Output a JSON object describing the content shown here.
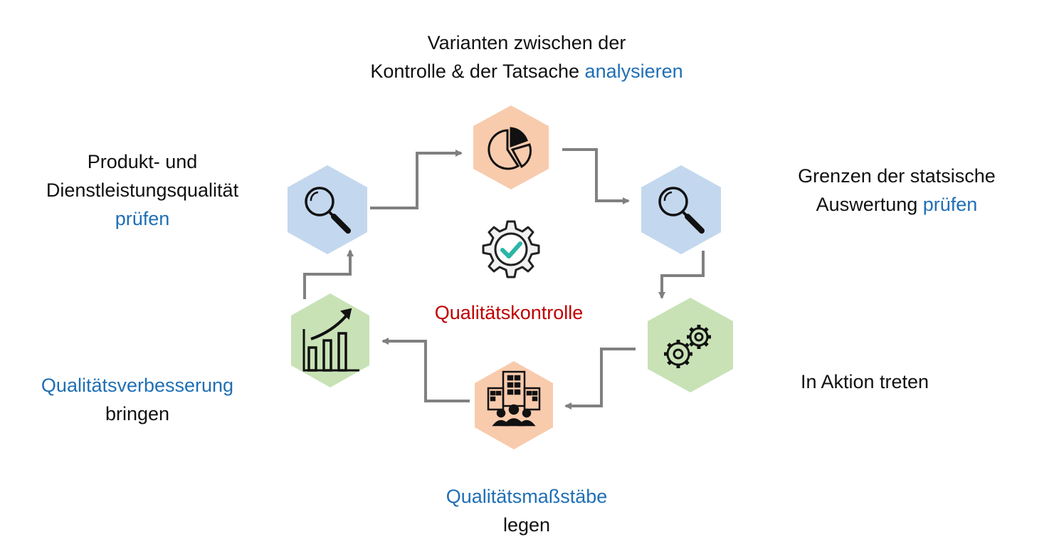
{
  "diagram": {
    "center_label": "Qualitätskontrolle",
    "colors": {
      "blue_hex": "#c3d8ee",
      "orange_hex": "#f8cbad",
      "green_hex": "#c8e2b6",
      "arrow": "#808080",
      "accent_blue": "#1f6fb5",
      "accent_red": "#c00000"
    },
    "steps": [
      {
        "id": "analyze",
        "lines": [
          [
            {
              "text": "Varianten zwischen der",
              "accent": false
            }
          ],
          [
            {
              "text": "Kontrolle & der Tatsache ",
              "accent": false
            },
            {
              "text": "analysieren",
              "accent": true
            }
          ]
        ],
        "icon": "pie-chart-icon",
        "color": "orange"
      },
      {
        "id": "limits",
        "lines": [
          [
            {
              "text": "Grenzen der statsische",
              "accent": false
            }
          ],
          [
            {
              "text": "Auswertung ",
              "accent": false
            },
            {
              "text": "prüfen",
              "accent": true
            }
          ]
        ],
        "icon": "magnifier-icon",
        "color": "blue"
      },
      {
        "id": "action",
        "lines": [
          [
            {
              "text": "In Aktion treten",
              "accent": false
            }
          ]
        ],
        "icon": "gears-icon",
        "color": "green"
      },
      {
        "id": "standards",
        "lines": [
          [
            {
              "text": "Qualitätsmaßstäbe",
              "accent": true
            }
          ],
          [
            {
              "text": "legen",
              "accent": false
            }
          ]
        ],
        "icon": "office-team-icon",
        "color": "orange"
      },
      {
        "id": "improve",
        "lines": [
          [
            {
              "text": "Qualitätsverbesserung",
              "accent": true
            }
          ],
          [
            {
              "text": "bringen",
              "accent": false
            }
          ]
        ],
        "icon": "growth-chart-icon",
        "color": "green"
      },
      {
        "id": "product",
        "lines": [
          [
            {
              "text": "Produkt- und",
              "accent": false
            }
          ],
          [
            {
              "text": "Dienstleistungsqualität",
              "accent": false
            }
          ],
          [
            {
              "text": "prüfen",
              "accent": true
            }
          ]
        ],
        "icon": "magnifier-icon",
        "color": "blue"
      }
    ],
    "center_icon": "gear-check-icon"
  }
}
